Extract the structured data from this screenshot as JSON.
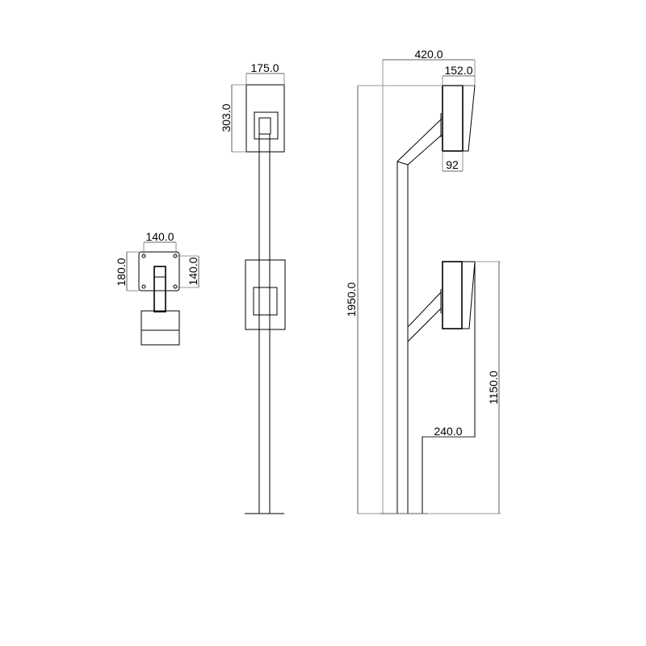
{
  "views": {
    "top_view": {
      "width_label": "140.0",
      "height_label": "180.0",
      "hole_spacing_label": "140.0"
    },
    "front_view": {
      "width_label": "175.0",
      "height_label": "303.0"
    },
    "side_view": {
      "reach_label": "420.0",
      "hood_label": "152.0",
      "depth_label": "92",
      "total_height_label": "1950.0",
      "lower_height_label": "1150.0",
      "lower_reach_label": "240.0"
    }
  }
}
